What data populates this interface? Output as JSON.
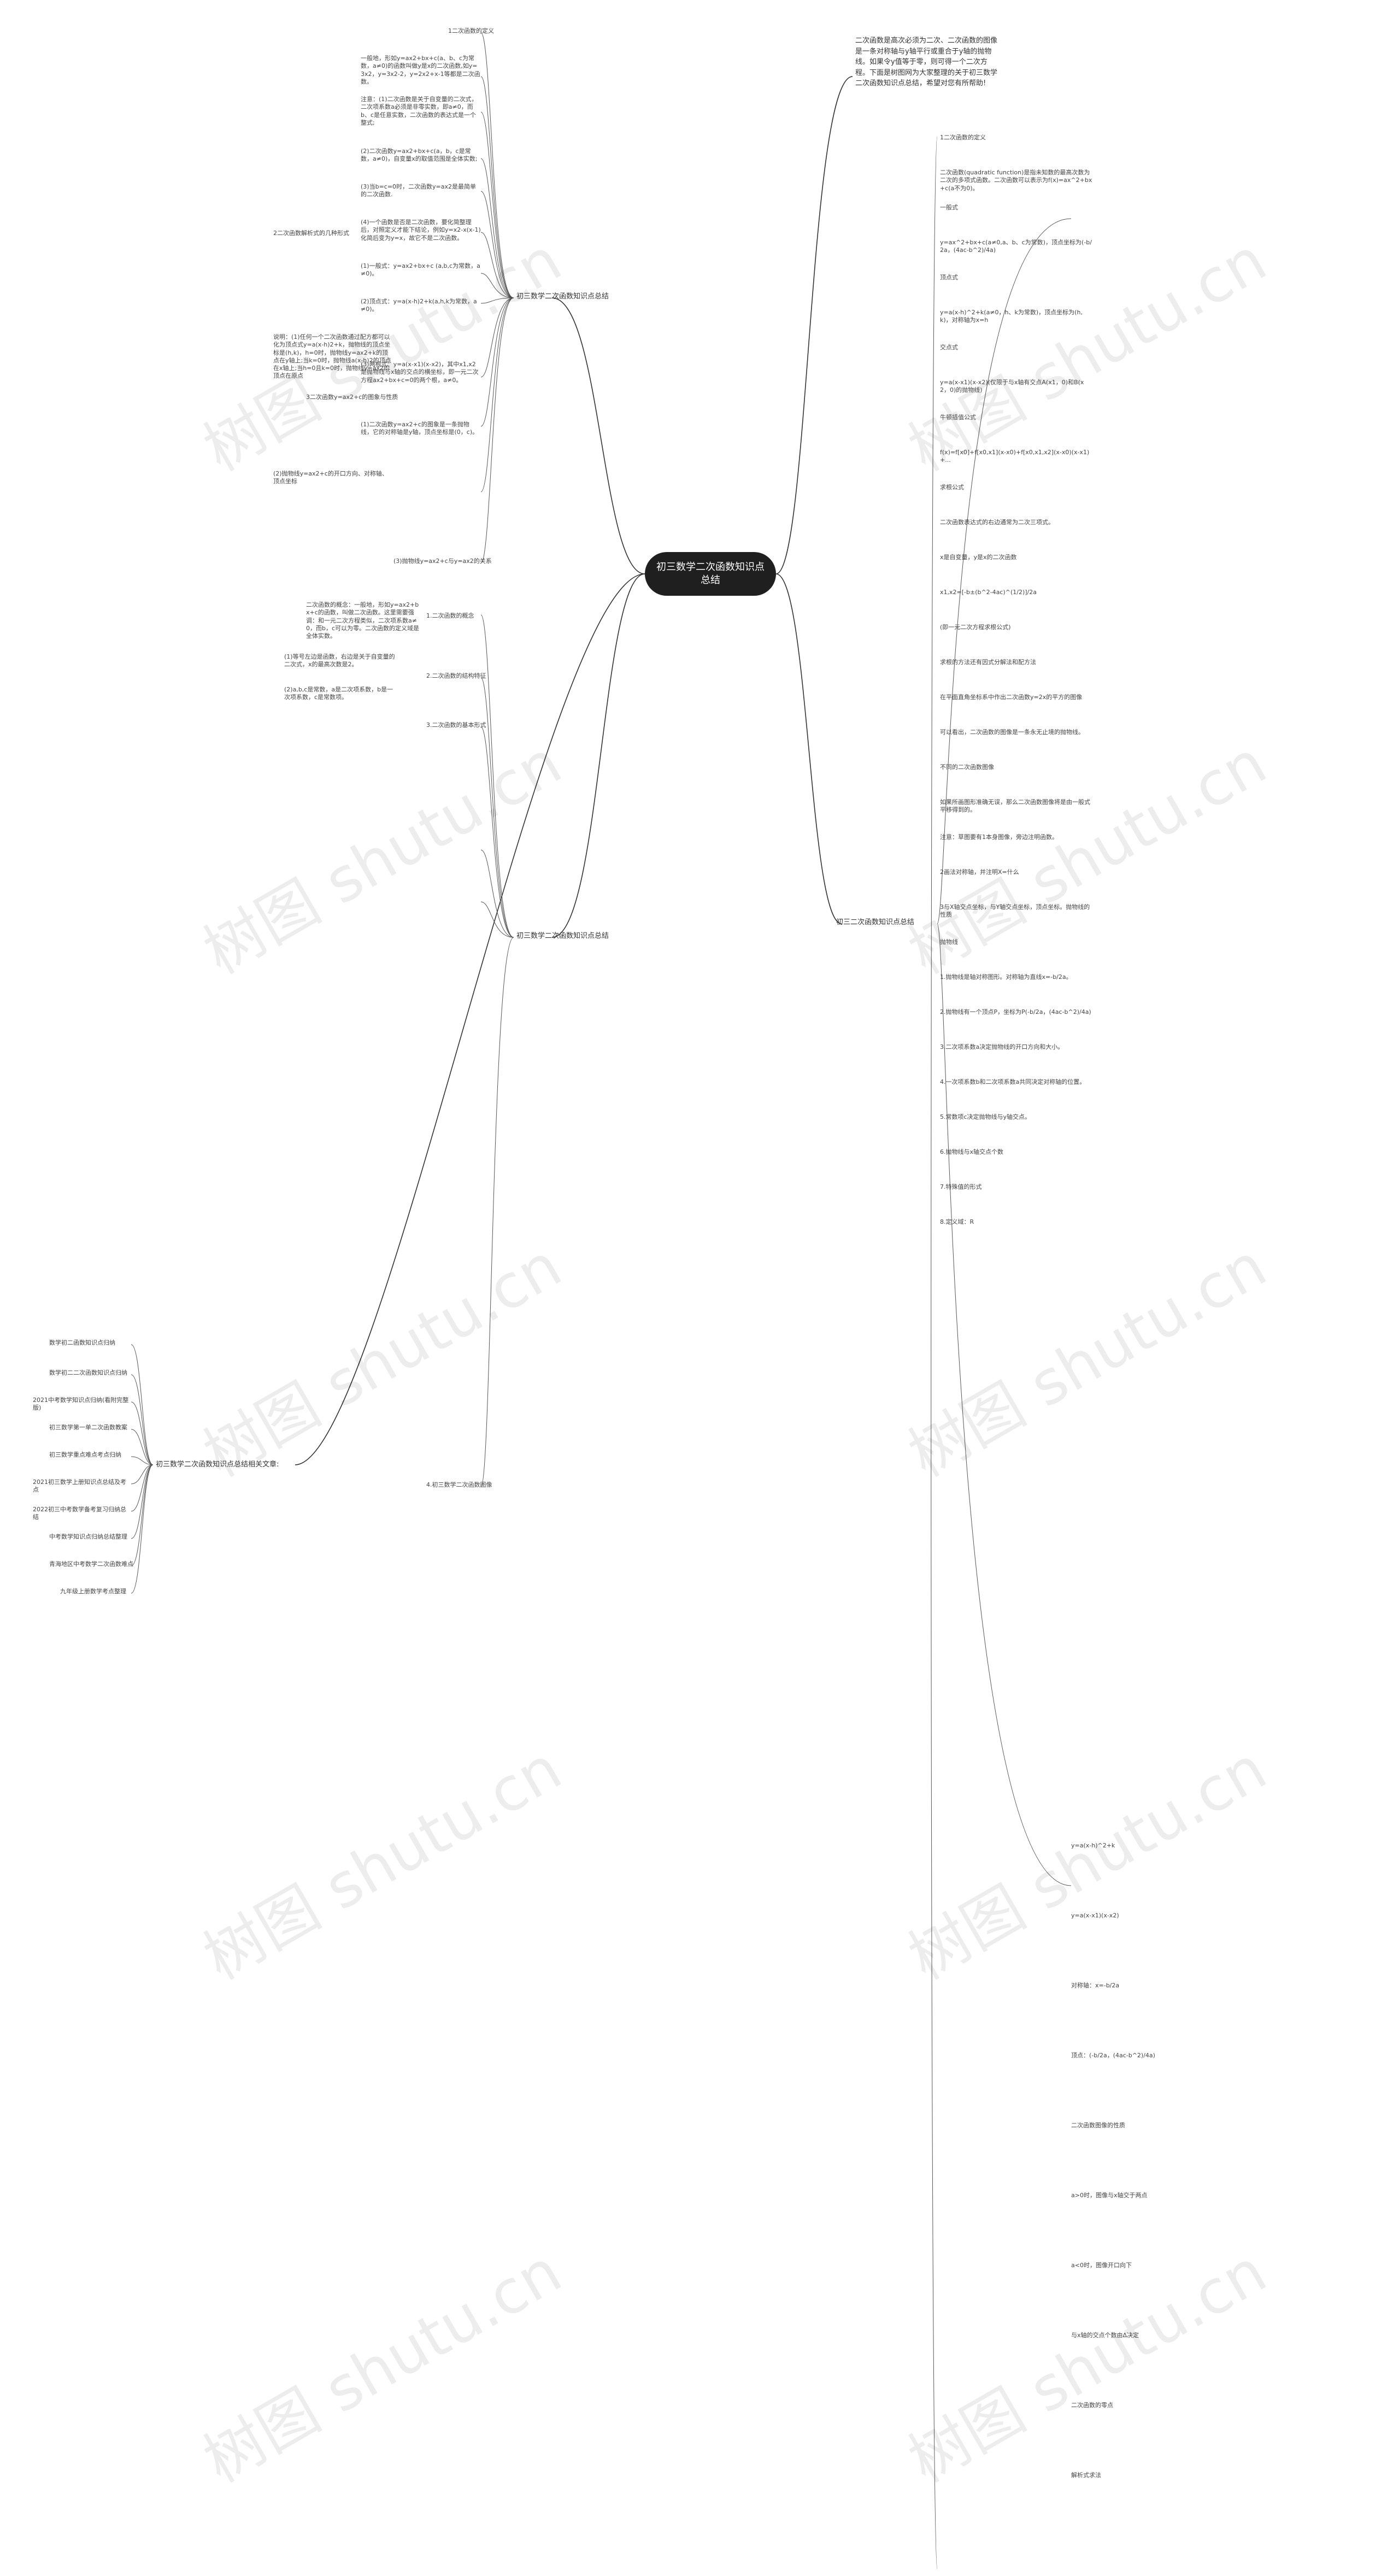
{
  "central": "初三数学二次函数知识点总结",
  "intro": "二次函数是高次必须为二次、二次函数的图像是一条对称轴与y轴平行或重合于y轴的抛物线。如果令y值等于零，则可得一个二次方程。下面是树图网为大家整理的关于初三数学二次函数知识点总结，希望对您有所帮助!",
  "branches": {
    "b1": "初三数学二次函数知识点总结",
    "b2": "初三数学二次函数知识点总结",
    "b3": "初三二次函数知识点总结",
    "b4": "初三数学二次函数知识点总结相关文章:"
  },
  "left1": [
    "1二次函数的定义",
    "一般地，形如y=ax2+bx+c(a、b、c为常数，a≠0)的函数叫做y是x的二次函数,如y=3x2，y=3x2-2，y=2x2+x-1等都是二次函数。",
    "注意：(1)二次函数是关于自变量的二次式，二次项系数a必须是非零实数，即a≠0，而b、c是任意实数，二次函数的表达式是一个整式;",
    "(2)二次函数y=ax2+bx+c(a，b，c是常数，a≠0)，自变量x的取值范围是全体实数;",
    "(3)当b=c=0时，二次函数y=ax2是最简单的二次函数.",
    "(4)一个函数是否是二次函数，要化简整理后，对照定义才能下结论，例如y=x2-x(x-1)化简后变为y=x，故它不是二次函数。",
    "2二次函数解析式的几种形式",
    "(1)一般式：y=ax2+bx+c (a,b,c为常数，a≠0)。",
    "(2)顶点式：y=a(x-h)2+k(a,h,k为常数，a≠0)。",
    "(3)两根式：y=a(x-x1)(x-x2)，其中x1,x2是抛物线与x轴的交点的横坐标，即一元二次方程ax2+bx+c=0的两个根，a≠0。",
    "说明：(1)任何一个二次函数通过配方都可以化为顶点式y=a(x-h)2+k，抛物线的顶点坐标是(h,k)，h=0时，抛物线y=ax2+k的顶点在y轴上;当k=0时，抛物线a(x-h)2的顶点在x轴上;当h=0且k=0时，抛物线y=ax2的顶点在原点",
    "3二次函数y=ax2+c的图象与性质",
    "(1)二次函数y=ax2+c的图象是一条抛物线，它的对称轴是y轴，顶点坐标是(0，c)。",
    "(2)抛物线y=ax2+c的开口方向、对称轴、顶点坐标",
    "(3)抛物线y=ax2+c与y=ax2的关系"
  ],
  "left2": [
    "1.二次函数的概念",
    "二次函数的概念：一般地，形如y=ax2+bx+c的函数，叫做二次函数。这里需要强调：和一元二次方程类似，二次项系数a≠0，而b，c可以为零。二次函数的定义域是全体实数。",
    "2.二次函数的结构特征",
    "(1)等号左边是函数，右边是关于自变量的二次式，x的最高次数是2。",
    "(2)a,b,c是常数，a是二次项系数，b是一次项系数，c是常数项。",
    "3.二次函数的基本形式",
    "4.初三数学二次函数图像"
  ],
  "left4": [
    "数学初二函数知识点归纳",
    "数学初二二次函数知识点归纳",
    "2021中考数学知识点归纳(看附完整版)",
    "初三数学第一单二次函数教案",
    "初三数学重点难点考点归纳",
    "2021初三数学上册知识点总结及考点",
    "2022初三中考数学备考复习归纳总结",
    "中考数学知识点归纳总结整理",
    "青海地区中考数学二次函数难点",
    "九年级上册数学考点整理"
  ],
  "right": [
    "1二次函数的定义",
    "二次函数(quadratic function)是指未知数的最高次数为二次的多项式函数。二次函数可以表示为f(x)=ax^2+bx+c(a不为0)。",
    "一般式",
    "y=ax^2+bx+c(a≠0,a、b、c为常数)，顶点坐标为(-b/2a，(4ac-b^2)/4a)",
    "顶点式",
    "y=a(x-h)^2+k(a≠0，h、k为常数)，顶点坐标为(h,k)，对称轴为x=h",
    "交点式",
    "y=a(x-x1)(x-x2)(仅限于与x轴有交点A(x1，0)和B(x2，0)的抛物线)",
    "牛顿插值公式",
    "f(x)=f[x0]+f[x0,x1](x-x0)+f[x0,x1,x2](x-x0)(x-x1)+...",
    "求根公式",
    "二次函数表达式的右边通常为二次三项式。",
    "x是自变量，y是x的二次函数",
    "x1,x2=[-b±(b^2-4ac)^(1/2)]/2a",
    "(即一元二次方程求根公式)",
    "求根的方法还有因式分解法和配方法",
    "在平面直角坐标系中作出二次函数y=2x的平方的图像",
    "可以看出，二次函数的图像是一条永无止境的抛物线。",
    "不同的二次函数图像",
    "如果所画图形准确无误，那么二次函数图像将是由一般式平移得到的。",
    "注意：草图要有1本身图像，旁边注明函数。",
    "2画法对称轴，并注明X=什么",
    "3与X轴交点坐标，与Y轴交点坐标，顶点坐标。抛物线的性质",
    "抛物线",
    "1.抛物线是轴对称图形。对称轴为直线x=-b/2a。",
    "2.抛物线有一个顶点P，坐标为P(-b/2a，(4ac-b^2)/4a)",
    "3.二次项系数a决定抛物线的开口方向和大小。",
    "4.一次项系数b和二次项系数a共同决定对称轴的位置。",
    "5.常数项c决定抛物线与y轴交点。",
    "6.抛物线与x轴交点个数",
    "7.特殊值的形式",
    "8.定义域：R"
  ],
  "right_lower": [
    "y=a(x-h)^2+k",
    "y=a(x-x1)(x-x2)",
    "对称轴：x=-b/2a",
    "顶点：(-b/2a，(4ac-b^2)/4a)",
    "二次函数图像的性质",
    "a>0时，图像与x轴交于两点",
    "a<0时，图像开口向下",
    "与x轴的交点个数由Δ决定",
    "二次函数的零点",
    "解析式求法"
  ]
}
